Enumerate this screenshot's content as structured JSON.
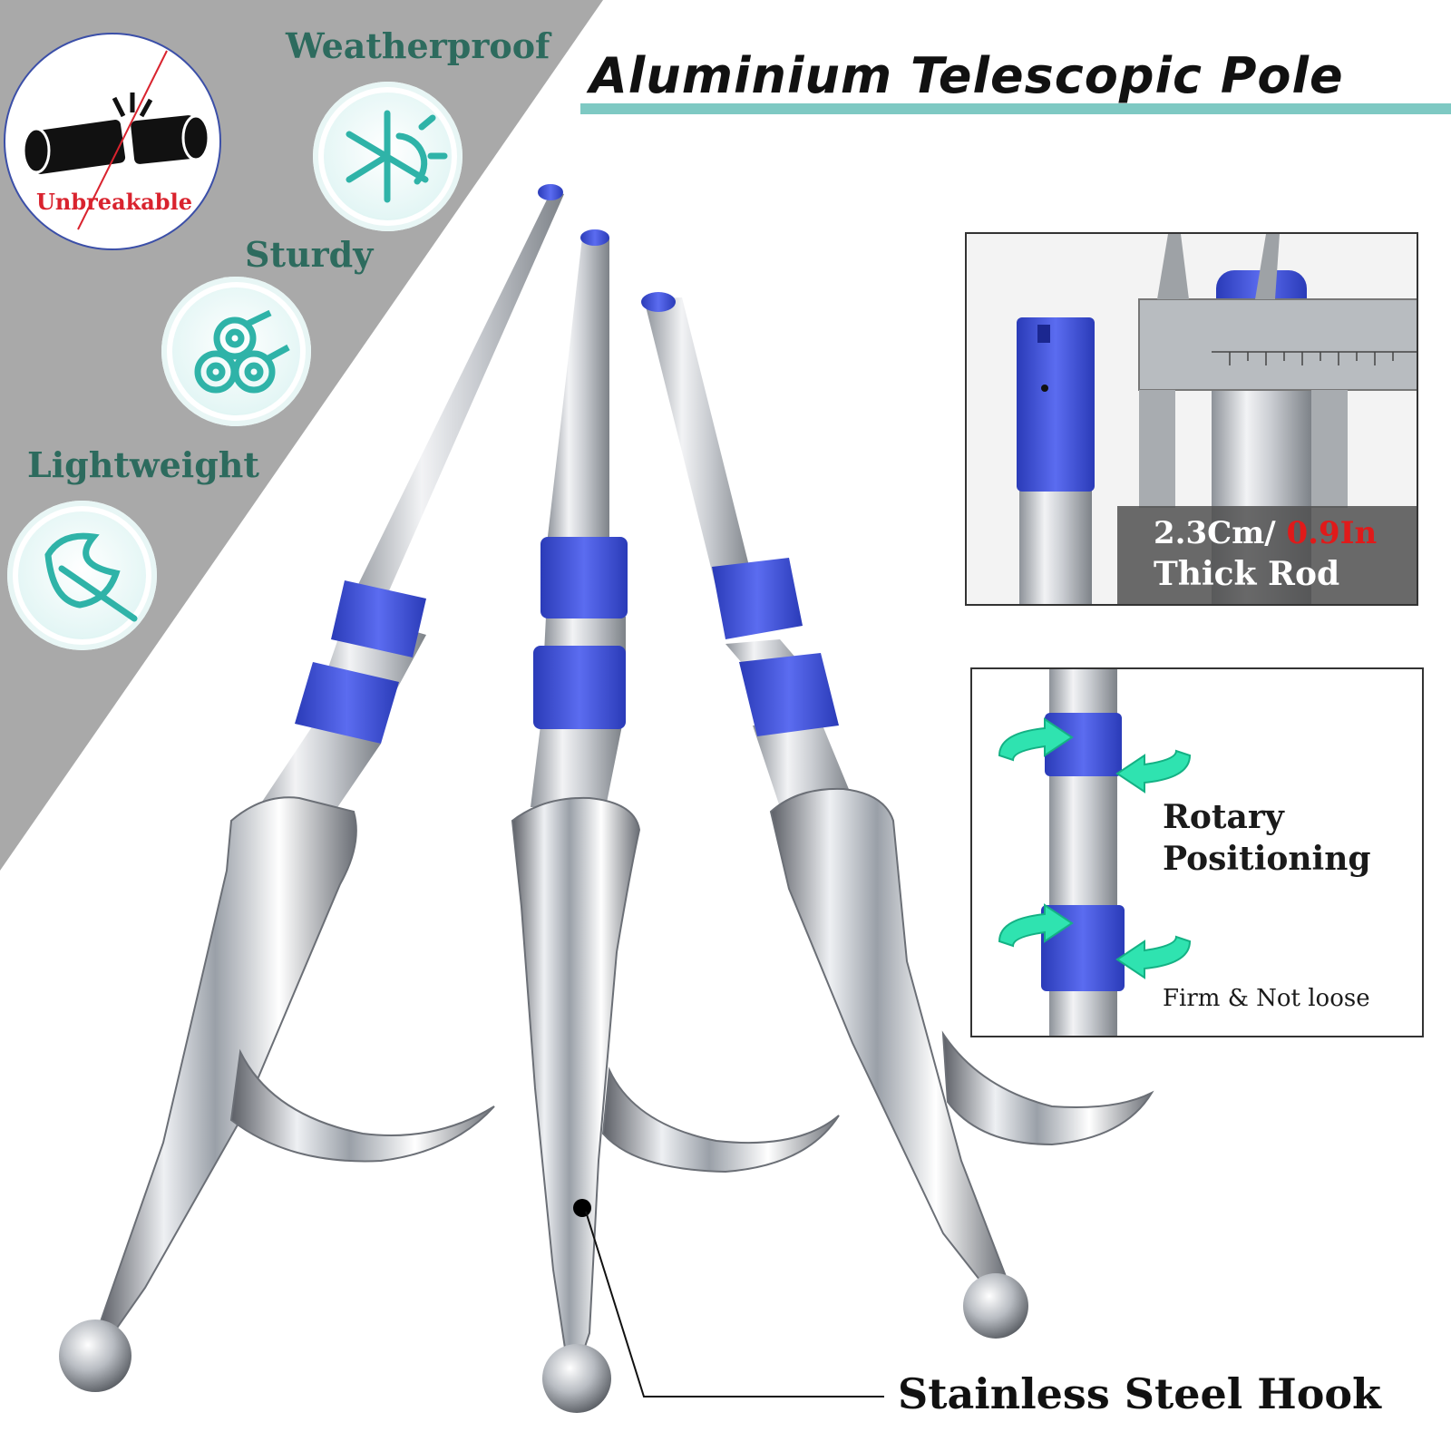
{
  "title": "Aluminium Telescopic Pole",
  "features": {
    "unbreakable": "Unbreakable",
    "weatherproof": "Weatherproof",
    "sturdy": "Sturdy",
    "lightweight": "Lightweight"
  },
  "thickness_panel": {
    "metric": "2.3Cm/",
    "imperial": "0.9In",
    "caption": "Thick Rod"
  },
  "rotary_panel": {
    "line1": "Rotary",
    "line2": "Positioning",
    "note": "Firm & Not loose"
  },
  "hook_label": "Stainless Steel Hook",
  "colors": {
    "accent_teal": "#2d6b5e",
    "underline": "#7ec9c3",
    "clamp_blue": "#3b4fd6",
    "arrow_green": "#2fe3b0",
    "highlight_red": "#e01a1a"
  }
}
